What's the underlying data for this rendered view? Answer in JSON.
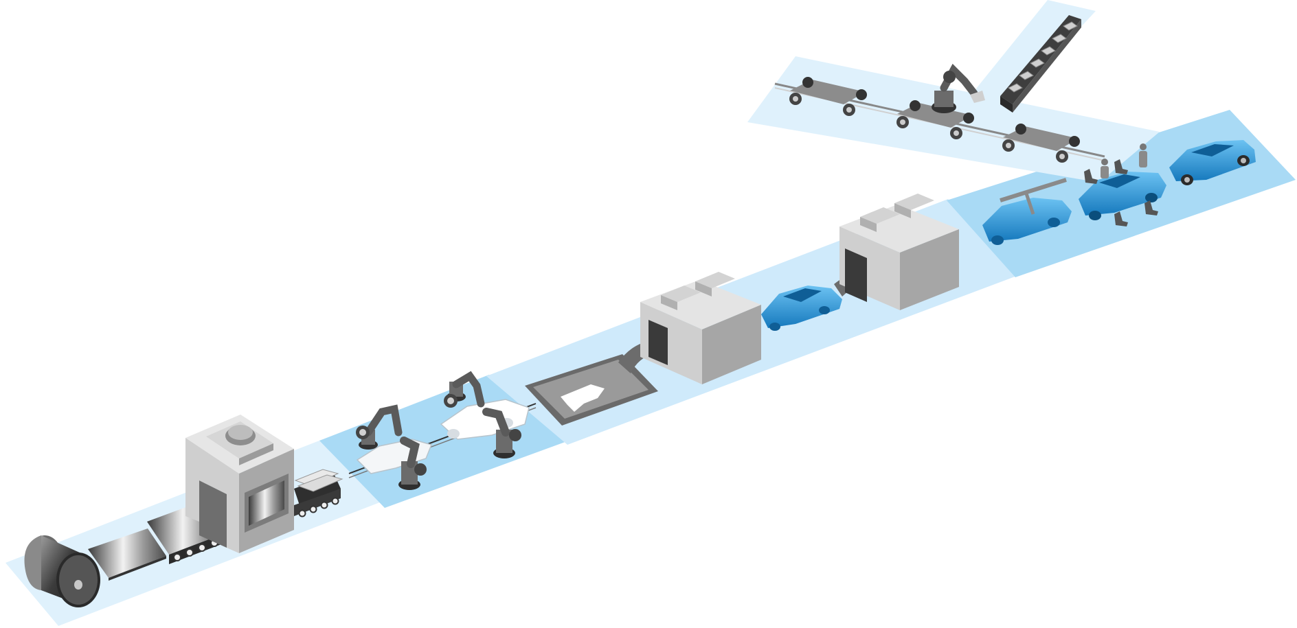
{
  "diagram": {
    "type": "isometric-production-line",
    "colors": {
      "lane_light": "#dff1fc",
      "lane_mid": "#bfe3f8",
      "lane_strong": "#a9daf5",
      "car_blue": "#1f8fd6",
      "car_blue_light": "#5bb7ee",
      "metal_light": "#d9d9d9",
      "metal_mid": "#a6a6a6",
      "metal_dark": "#555555"
    },
    "stations": [
      {
        "id": "coil",
        "icon": "steel-coil-icon"
      },
      {
        "id": "blank",
        "icon": "sheet-blank-icon"
      },
      {
        "id": "conveyor",
        "icon": "conveyor-icon"
      },
      {
        "id": "press",
        "icon": "press-shop-icon"
      },
      {
        "id": "panels",
        "icon": "stamped-panels-icon"
      },
      {
        "id": "body-shop",
        "icon": "welding-robot-icon"
      },
      {
        "id": "dip-tank",
        "icon": "dip-tank-icon"
      },
      {
        "id": "paint-oven-1",
        "icon": "paint-booth-icon"
      },
      {
        "id": "painted-body",
        "icon": "painted-car-body-icon"
      },
      {
        "id": "paint-oven-2",
        "icon": "paint-booth-icon"
      },
      {
        "id": "assembly",
        "icon": "final-assembly-icon"
      },
      {
        "id": "finished-car",
        "icon": "finished-car-icon"
      },
      {
        "id": "chassis-line",
        "icon": "chassis-line-icon"
      },
      {
        "id": "parts-rack",
        "icon": "parts-rack-icon"
      }
    ]
  }
}
